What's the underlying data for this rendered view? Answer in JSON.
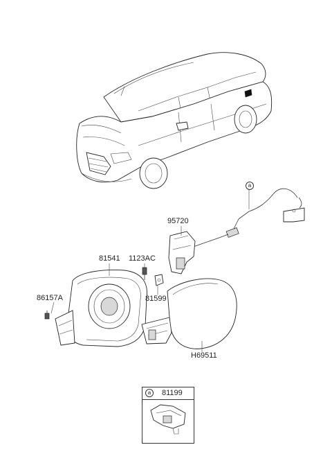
{
  "callouts": {
    "connector_ref": "a",
    "p95720": "95720",
    "p81541": "81541",
    "p1123AC": "1123AC",
    "p81599": "81599",
    "p86157A": "86157A",
    "pH69511": "H69511"
  },
  "inset": {
    "ref": "a",
    "part": "81199"
  }
}
